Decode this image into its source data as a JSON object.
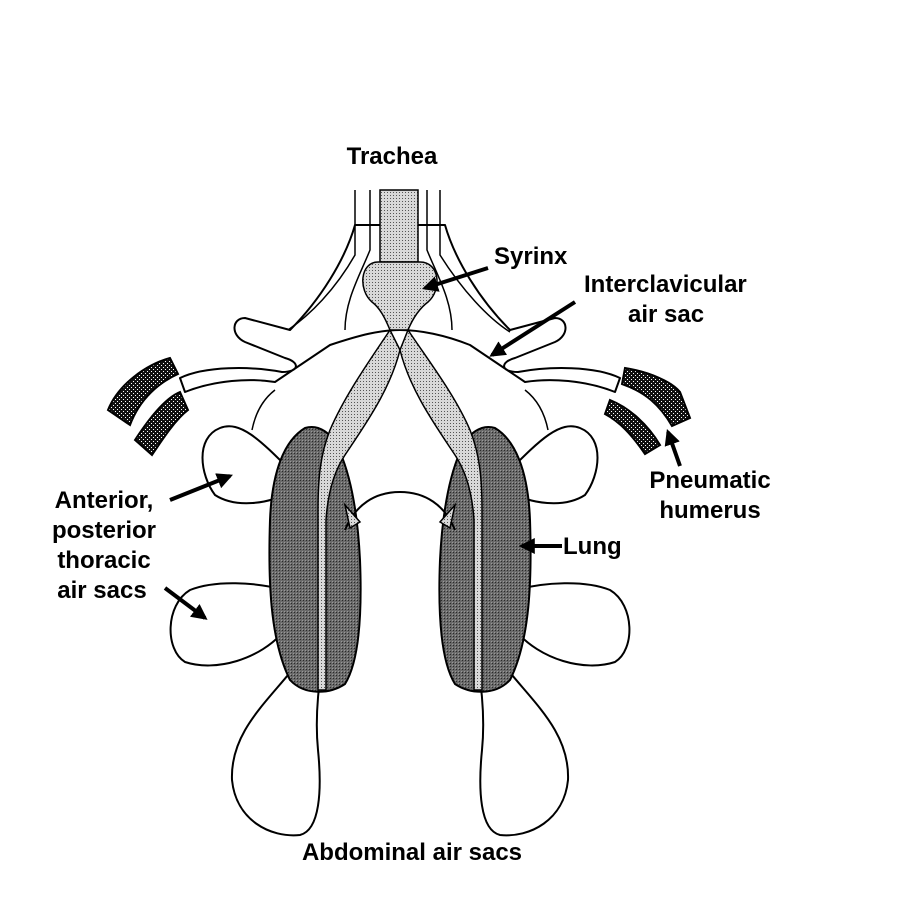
{
  "labels": {
    "trachea": "Trachea",
    "syrinx": "Syrinx",
    "interclavicular_line1": "Interclavicular",
    "interclavicular_line2": "air sac",
    "pneumatic_line1": "Pneumatic",
    "pneumatic_line2": "humerus",
    "lung": "Lung",
    "thoracic_line1": "Anterior,",
    "thoracic_line2": "posterior",
    "thoracic_line3": "thoracic",
    "thoracic_line4": "air sacs",
    "abdominal": "Abdominal air sacs"
  },
  "colors": {
    "ink": "#000000",
    "background": "#ffffff",
    "lung_shade": "#555555",
    "airway_stipple": "#b0b0b0"
  }
}
